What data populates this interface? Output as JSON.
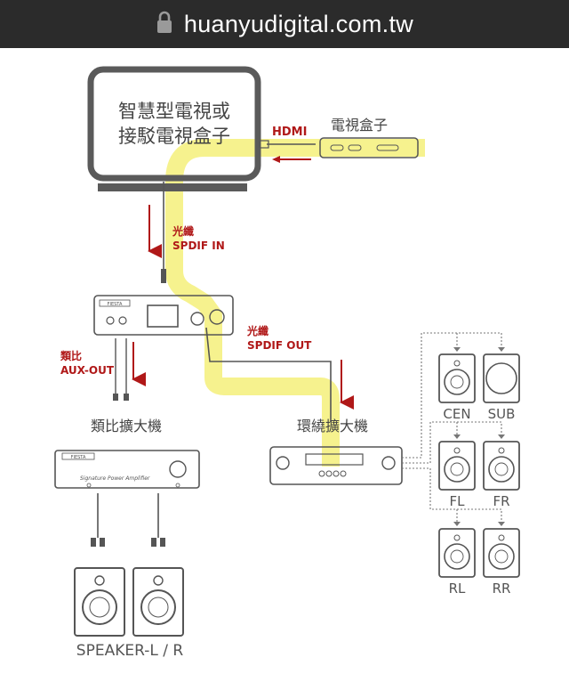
{
  "browser": {
    "url": "huanyudigital.com.tw",
    "lock_icon": "lock-icon"
  },
  "diagram": {
    "tv_label_line1": "智慧型電視或",
    "tv_label_line2": "接駁電視盒子",
    "hdmi_label": "HDMI",
    "tvbox_label": "電視盒子",
    "optical_in_line1": "光纖",
    "optical_in_line2": "SPDIF IN",
    "analog_out_line1": "類比",
    "analog_out_line2": "AUX-OUT",
    "optical_out_line1": "光纖",
    "optical_out_line2": "SPDIF OUT",
    "stereo_amp_label": "類比擴大機",
    "surround_amp_label": "環繞擴大機",
    "dac_brand": "FIESTA",
    "amp_brand": "FIESTA",
    "amp_script": "Signature Power Amplifier",
    "speakers_label": "SPEAKER-L / R",
    "surround_speakers": {
      "cen": "CEN",
      "sub": "SUB",
      "fl": "FL",
      "fr": "FR",
      "rl": "RL",
      "rr": "RR"
    },
    "colors": {
      "line": "#555555",
      "arrow_red": "#b01818",
      "highlight": "#f4f07a",
      "tv_frame": "#5a5a5a"
    }
  }
}
